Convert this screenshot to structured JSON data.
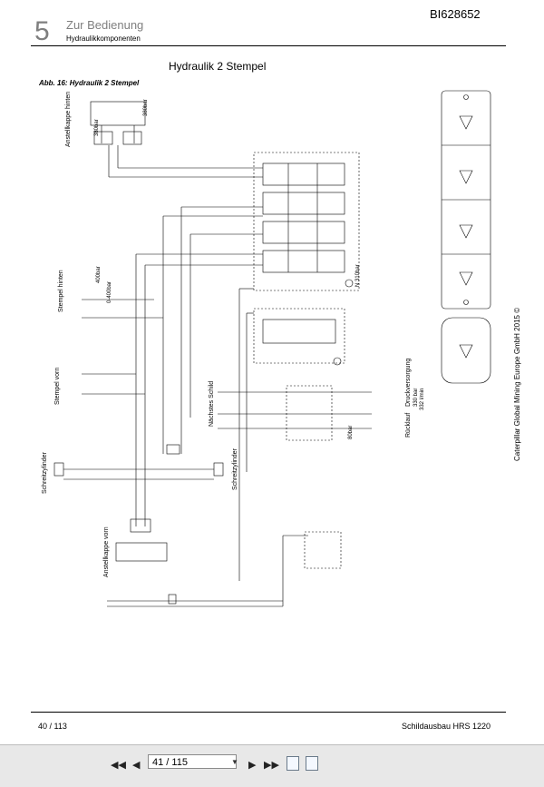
{
  "header": {
    "chapter_number": "5",
    "chapter_title": "Zur Bedienung",
    "chapter_subtitle": "Hydraulikkomponenten",
    "document_code": "BI628652"
  },
  "figure": {
    "title": "Hydraulik 2 Stempel",
    "caption": "Abb. 16: Hydraulik 2 Stempel",
    "labels": {
      "anstellkappe_hinten": "Anstellkappe hinten",
      "stempel_hinten": "Stempel hinten",
      "stempel_vorn": "Stempel vorn",
      "schreitzylinder_left": "Schreitzylinder",
      "schreitzylinder_mid": "Schreitzylinder",
      "anstellkappe_vorn": "Anstellkappe vorn",
      "naechstes_schild": "Nächstes Schild",
      "druckversorgung": "Druckversorgung",
      "ruecklauf": "Rücklauf",
      "p_330": "330 bar",
      "p_332": "332 l/min",
      "p_380a": "380bar",
      "p_380b": "380bar",
      "p_400": "400bar",
      "p_0_400": "0-400bar",
      "p_n_310": "N 310bar",
      "p_80": "80bar"
    }
  },
  "copyright": "Caterpillar Global Mining Europe GmbH 2015 ©",
  "footer": {
    "page_number": "40 / 113",
    "document_title": "Schildausbau HRS 1220"
  },
  "toolbar": {
    "page_field": "41 / 115",
    "first_icon": "first-page-icon",
    "prev_icon": "previous-page-icon",
    "next_icon": "next-page-icon",
    "last_icon": "last-page-icon"
  }
}
